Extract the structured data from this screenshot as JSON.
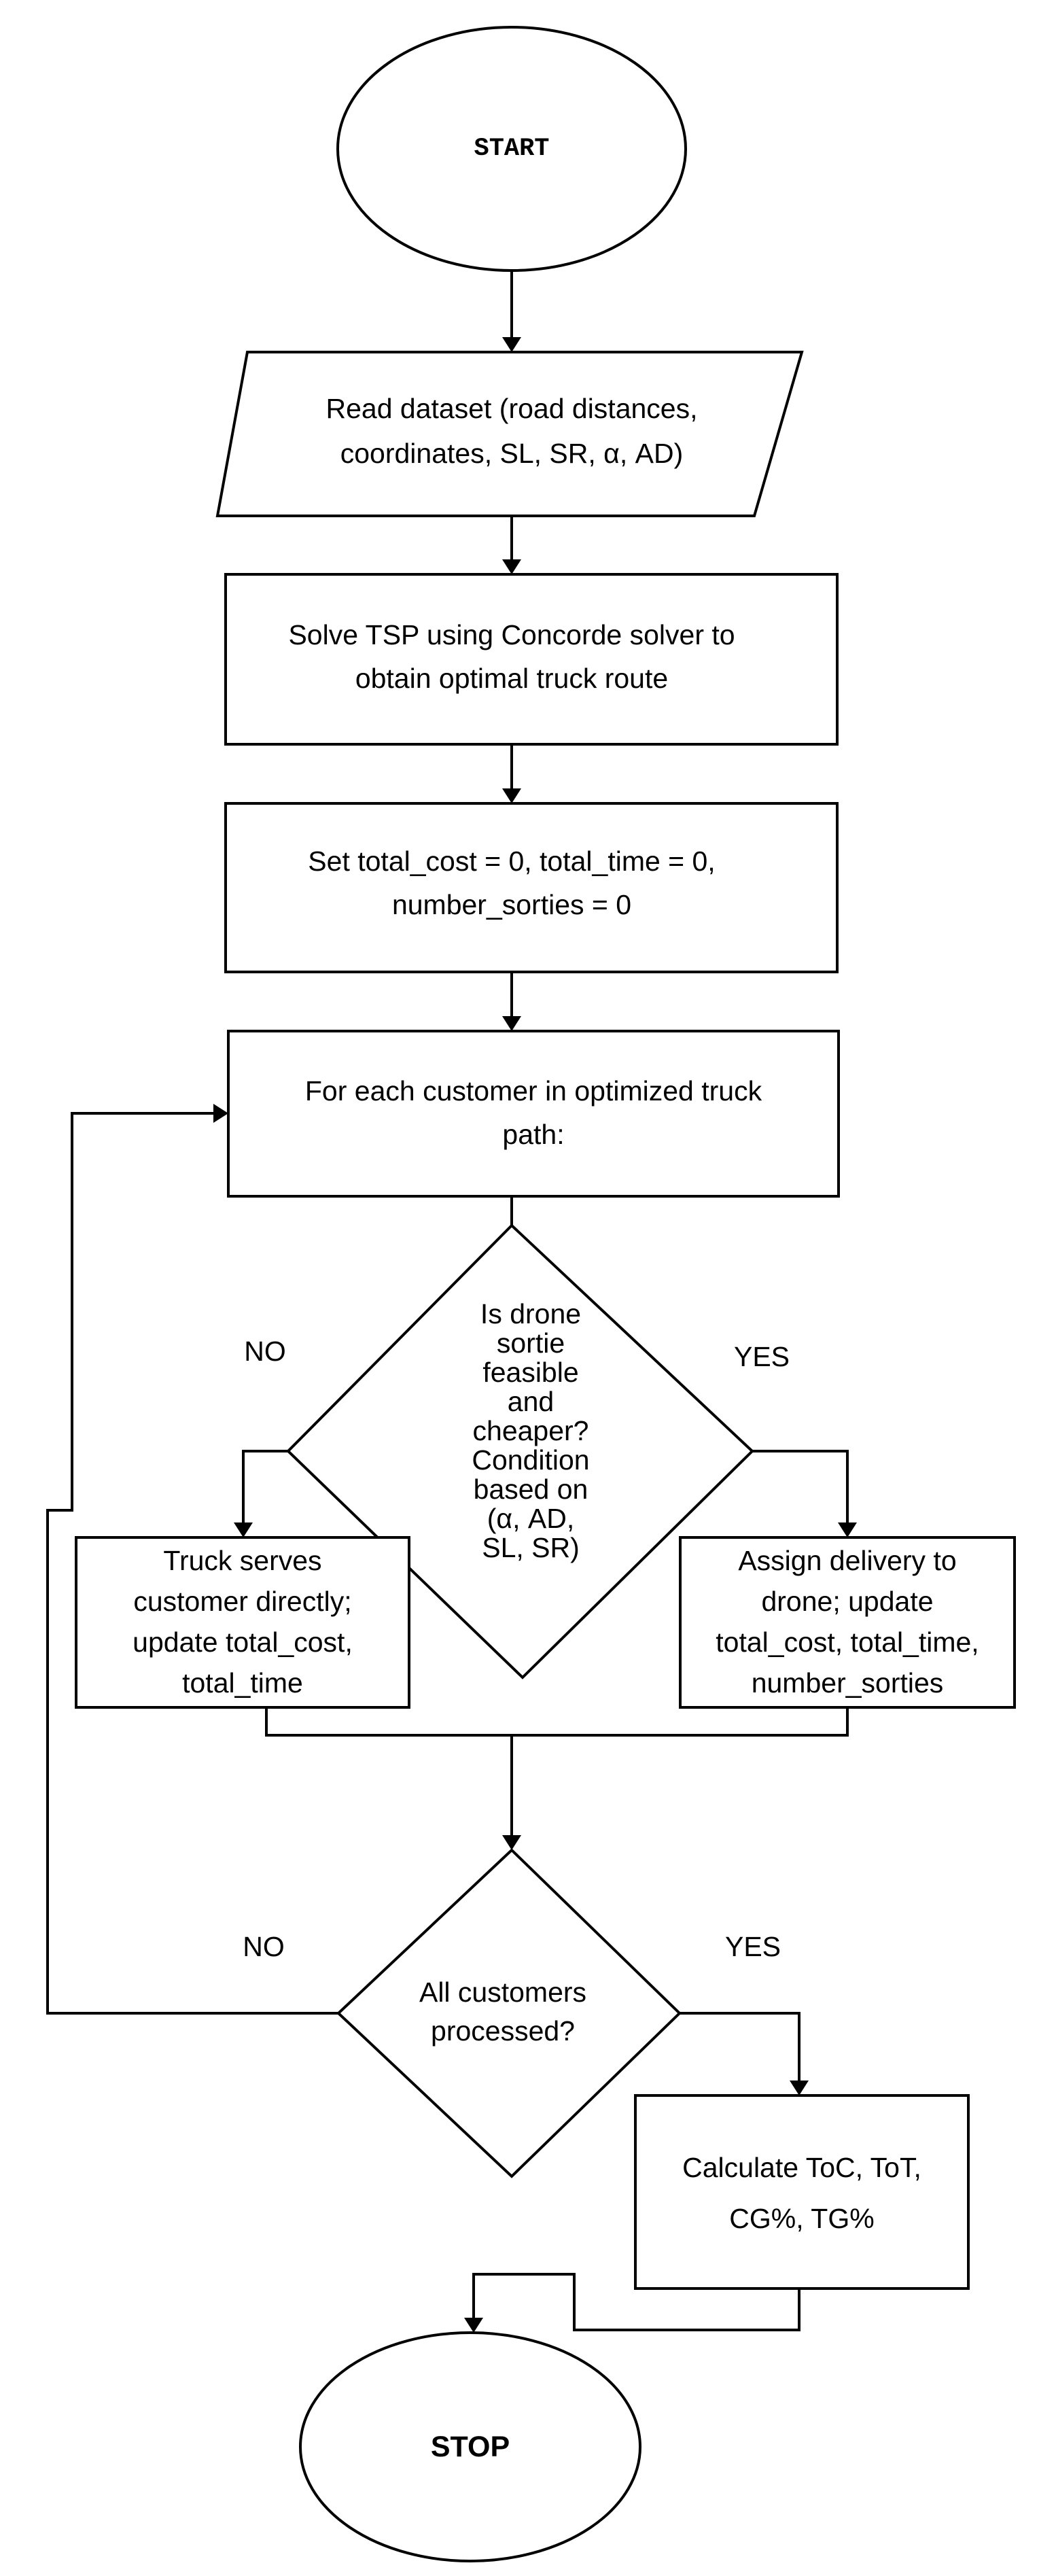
{
  "flowchart": {
    "start": "START",
    "read": [
      "Read dataset (road distances,",
      "coordinates, SL, SR, α, AD)"
    ],
    "solve": [
      "Solve TSP using Concorde solver to",
      "obtain optimal truck route"
    ],
    "init": [
      "Set total_cost = 0, total_time = 0,",
      "number_sorties = 0"
    ],
    "loop": [
      "For each customer in optimized truck",
      "path:"
    ],
    "decision1": [
      "Is drone",
      "sortie",
      "feasible",
      "and",
      "cheaper?",
      "Condition",
      "based on",
      "(α, AD,",
      "SL, SR)"
    ],
    "decision1_no": "NO",
    "decision1_yes": "YES",
    "truck": [
      "Truck serves",
      "customer directly;",
      "update total_cost,",
      "total_time"
    ],
    "drone": [
      "Assign delivery to",
      "drone; update",
      "total_cost, total_time,",
      "number_sorties"
    ],
    "decision2": [
      "All customers",
      "processed?"
    ],
    "decision2_no": "NO",
    "decision2_yes": "YES",
    "calc": [
      "Calculate ToC, ToT,",
      "CG%, TG%"
    ],
    "stop": "STOP"
  }
}
